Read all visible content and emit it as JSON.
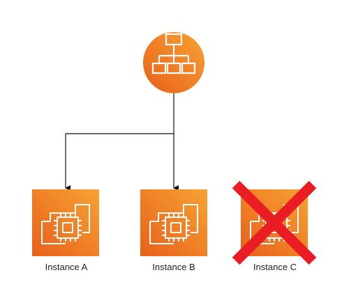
{
  "colors": {
    "orange_light": "#f7a233",
    "orange_dark": "#e8601a",
    "connector": "#111111",
    "cross": "#ea1c24",
    "icon_stroke": "#ffffff"
  },
  "load_balancer": {
    "icon": "load-balancer-icon"
  },
  "instances": [
    {
      "label": "Instance A",
      "icon": "ec2-instance-icon",
      "crossed_out": false
    },
    {
      "label": "Instance B",
      "icon": "ec2-instance-icon",
      "crossed_out": false
    },
    {
      "label": "Instance C",
      "icon": "ec2-instance-icon",
      "crossed_out": true
    }
  ]
}
